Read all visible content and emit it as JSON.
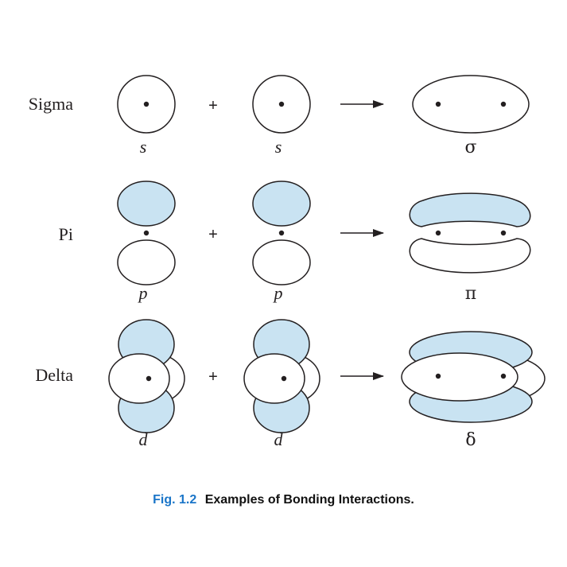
{
  "rows": [
    {
      "name": "Sigma",
      "left_label": "s",
      "right_label": "s",
      "result_label": "σ",
      "operator": "+"
    },
    {
      "name": "Pi",
      "left_label": "p",
      "right_label": "p",
      "result_label": "π",
      "operator": "+"
    },
    {
      "name": "Delta",
      "left_label": "d",
      "right_label": "d",
      "result_label": "δ",
      "operator": "+"
    }
  ],
  "caption": {
    "number": "Fig. 1.2",
    "text": "Examples of Bonding Interactions."
  },
  "colors": {
    "lobe_fill": "#c9e3f2",
    "outline": "#231f20",
    "figure_number": "#1a75c8"
  }
}
